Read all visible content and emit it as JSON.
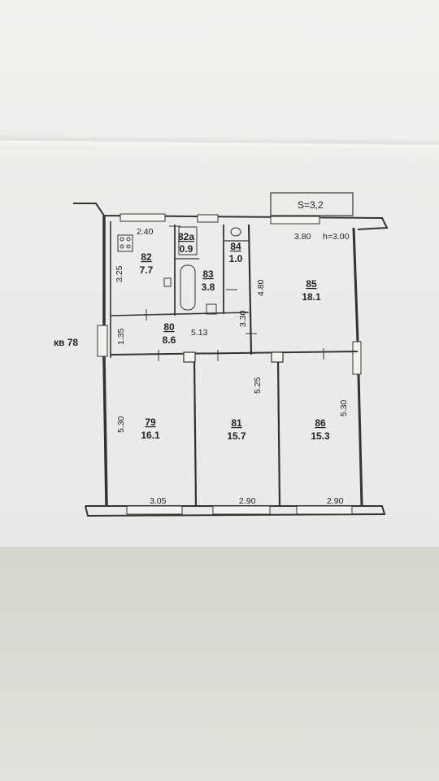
{
  "apartment_label": "кв 78",
  "balcony_label": "S=3,2",
  "ceiling_height": "h=3.00",
  "rooms": [
    {
      "id": "79",
      "area": "16.1"
    },
    {
      "id": "80",
      "area": "8.6"
    },
    {
      "id": "81",
      "area": "15.7"
    },
    {
      "id": "82",
      "area": "7.7"
    },
    {
      "id": "82a",
      "area": "0.9"
    },
    {
      "id": "83",
      "area": "3.8"
    },
    {
      "id": "84",
      "area": "1.0"
    },
    {
      "id": "85",
      "area": "18.1"
    },
    {
      "id": "86",
      "area": "15.3"
    }
  ],
  "dimensions": {
    "kitchen_width": "2.40",
    "room85_width": "3.80",
    "kitchen_depth": "3.25",
    "room85_depth": "4.80",
    "bath_depth": "3.30",
    "hall_depth": "1.35",
    "hall_length": "5.13",
    "room79_depth": "5.30",
    "room81_depth": "5.25",
    "room86_depth": "5.30",
    "room79_width": "3.05",
    "room81_width": "2.90",
    "room86_width": "2.90"
  }
}
